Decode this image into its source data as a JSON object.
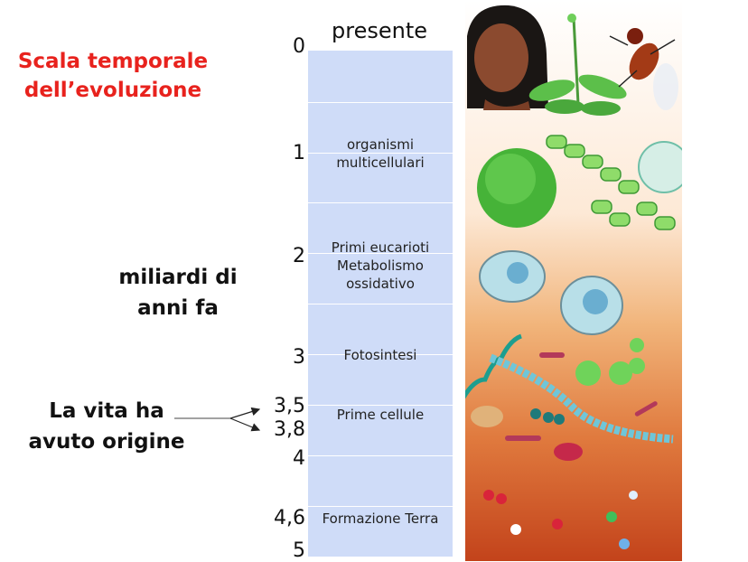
{
  "title": {
    "line1": "Scala temporale",
    "line2": "dell’evoluzione"
  },
  "axis": {
    "unit_line1": "miliardi di",
    "unit_line2": "anni fa",
    "top_label": "presente",
    "ticks": [
      "0",
      "1",
      "2",
      "3",
      "3,5",
      "3,8",
      "4",
      "4,6",
      "5"
    ]
  },
  "origin_note": {
    "line1": "La vita ha",
    "line2": "avuto origine"
  },
  "events": {
    "e1": {
      "line1": "organismi",
      "line2": "multicellulari"
    },
    "e2": {
      "line1": "Primi eucarioti",
      "line2": "Metabolismo",
      "line3": "ossidativo"
    },
    "e3": {
      "line1": "Fotosintesi"
    },
    "e4": {
      "line1": "Prime cellule"
    },
    "e5": {
      "line1": "Formazione Terra"
    }
  },
  "colors": {
    "title": "#e8221d",
    "column": "#cfdcf8",
    "gradient_top": "#ffffff",
    "gradient_bottom": "#c7451c"
  }
}
